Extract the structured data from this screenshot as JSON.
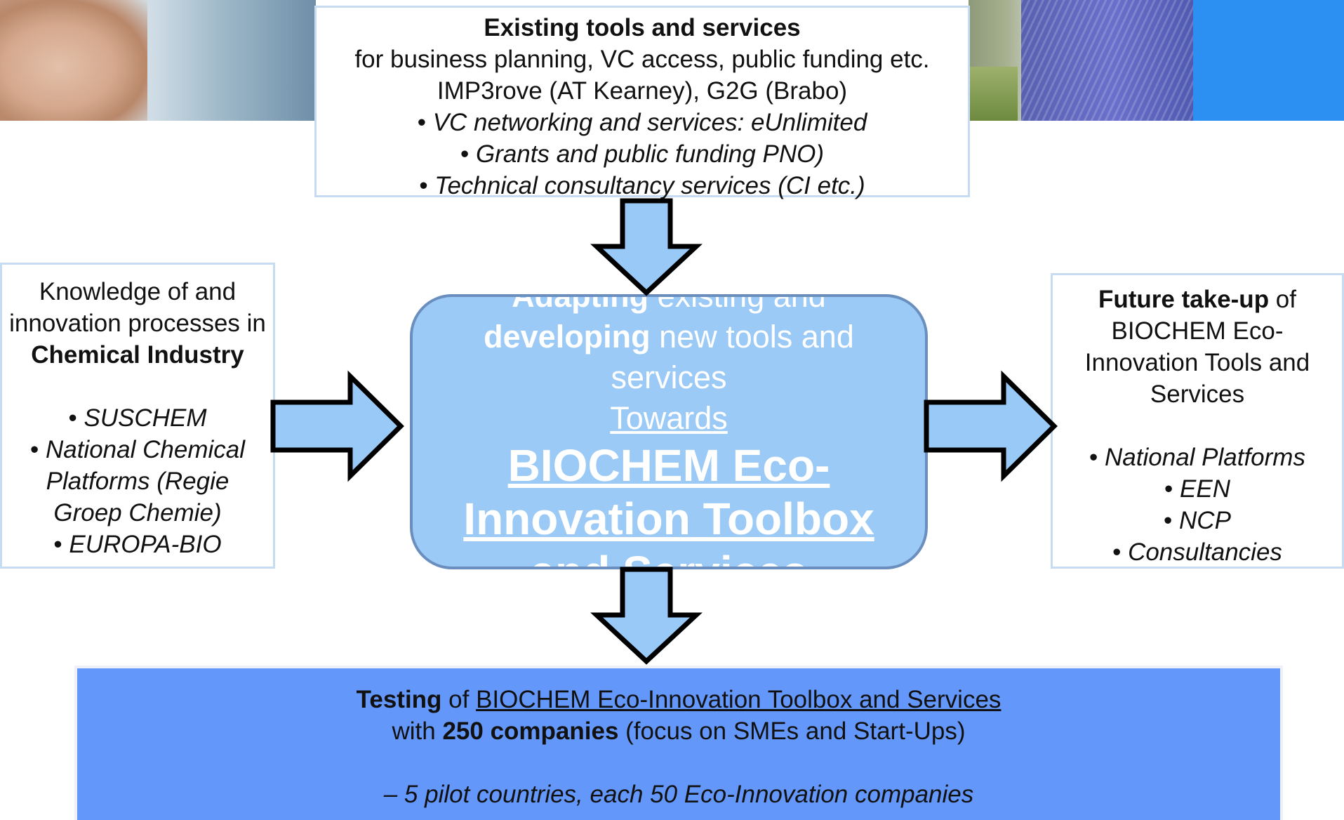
{
  "top_box": {
    "title": "Existing tools and services",
    "subtitle": "for business planning, VC access, public funding etc.",
    "line3": "IMP3rove (AT Kearney), G2G (Brabo)",
    "bullets": [
      "VC networking and services: eUnlimited",
      "Grants and public funding PNO)",
      "Technical consultancy services (CI etc.)"
    ]
  },
  "left_box": {
    "line1": "Knowledge of and",
    "line2": "innovation processes in",
    "line3_bold": "Chemical Industry",
    "bullets": [
      "SUSCHEM",
      "National Chemical",
      "Platforms (Regie",
      "Groep Chemie)",
      "EUROPA-BIO"
    ]
  },
  "center_box": {
    "line1_bold": "Adapting",
    "line1_rest": " existing  and",
    "line2_bold": "developing",
    "line2_rest": " new  tools and",
    "line3": "services",
    "towards": "Towards",
    "big1": "BIOCHEM Eco-",
    "big2": "Innovation Toolbox",
    "big3": "and Services"
  },
  "right_box": {
    "line1_bold": "Future take-up",
    "line1_rest": " of",
    "line2": "BIOCHEM Eco-",
    "line3": "Innovation Tools and",
    "line4": "Services",
    "bullets": [
      "National Platforms",
      "EEN",
      "NCP",
      "Consultancies"
    ]
  },
  "bottom_bar": {
    "l1_bold": "Testing",
    "l1_mid": " of ",
    "l1_underline": "BIOCHEM Eco-Innovation Toolbox and Services",
    "l2_pre": "with  ",
    "l2_bold": "250 companies",
    "l2_rest": " (focus on SMEs and Start-Ups)",
    "l3": "– 5 pilot countries, each 50 Eco-Innovation companies"
  },
  "colors": {
    "arrow_fill": "#99c9f7",
    "center_fill": "#9bcaf7",
    "bottom_fill": "#6497fa",
    "box_border": "#c7dcf2"
  }
}
